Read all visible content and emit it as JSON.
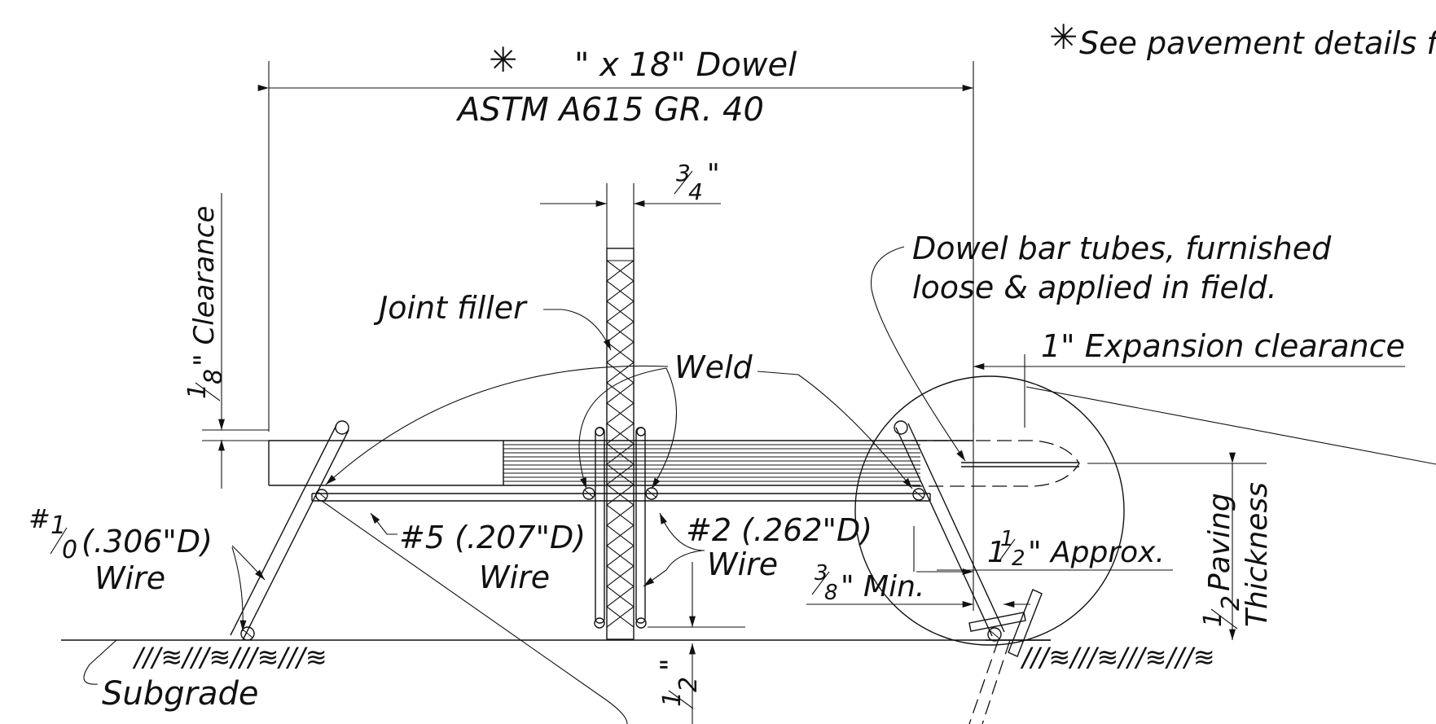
{
  "dowel": {
    "star": "✳",
    "line1": "\" x 18\" Dowel",
    "line2": "ASTM  A615  GR. 40"
  },
  "note": {
    "star": "✳",
    "text": "See pavement details f"
  },
  "dims": {
    "three_quarter_num": "3",
    "three_quarter_den": "4",
    "three_quarter_mark": "\"",
    "clearance_num": "1",
    "clearance_den": "8",
    "clearance_label": "\" Clearance",
    "half_num": "1",
    "half_den": "2",
    "half_mark": "\"",
    "expansion": "1\" Expansion clearance",
    "approx_whole": "1",
    "approx_num": "1",
    "approx_den": "2",
    "approx_label": "\" Approx.",
    "min_num": "3",
    "min_den": "8",
    "min_label": "\" Min.",
    "paving_num": "1",
    "paving_den": "2",
    "paving_word": "Paving",
    "paving_thickness": "Thickness"
  },
  "labels": {
    "joint_filler": "Joint filler",
    "weld": "Weld",
    "tubes_line1": "Dowel bar tubes, furnished",
    "tubes_line2": "loose & applied in field.",
    "wire5_line1": "#5 (.207\"D)",
    "wire5_line2": "Wire",
    "wire2_line1": "#2 (.262\"D)",
    "wire2_line2": "Wire",
    "wire10_prefix": "#",
    "wire10_num": "1",
    "wire10_den": "0",
    "wire10_spec": "(.306\"D)",
    "wire10_line2": "Wire",
    "subgrade": "Subgrade",
    "subgrade_hatch": "///≋///≋///≋///≋"
  }
}
